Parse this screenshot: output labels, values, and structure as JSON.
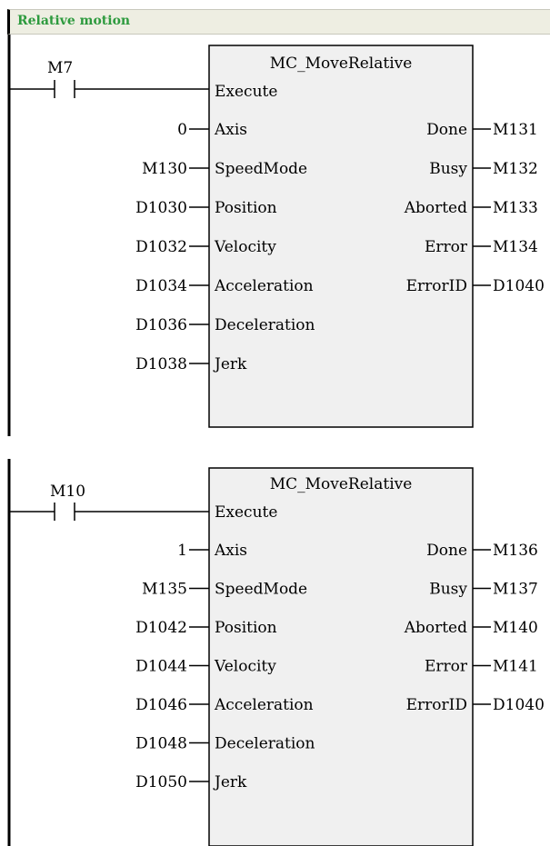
{
  "header": {
    "label": "Relative motion"
  },
  "blocks": [
    {
      "title": "MC_MoveRelative",
      "contact": "M7",
      "execute_label": "Execute",
      "inputs": [
        {
          "var": "0",
          "pin": "Axis"
        },
        {
          "var": "M130",
          "pin": "SpeedMode"
        },
        {
          "var": "D1030",
          "pin": "Position"
        },
        {
          "var": "D1032",
          "pin": "Velocity"
        },
        {
          "var": "D1034",
          "pin": "Acceleration"
        },
        {
          "var": "D1036",
          "pin": "Deceleration"
        },
        {
          "var": "D1038",
          "pin": "Jerk"
        }
      ],
      "outputs": [
        {
          "pin": "Done",
          "var": "M131"
        },
        {
          "pin": "Busy",
          "var": "M132"
        },
        {
          "pin": "Aborted",
          "var": "M133"
        },
        {
          "pin": "Error",
          "var": "M134"
        },
        {
          "pin": "ErrorID",
          "var": "D1040"
        }
      ]
    },
    {
      "title": "MC_MoveRelative",
      "contact": "M10",
      "execute_label": "Execute",
      "inputs": [
        {
          "var": "1",
          "pin": "Axis"
        },
        {
          "var": "M135",
          "pin": "SpeedMode"
        },
        {
          "var": "D1042",
          "pin": "Position"
        },
        {
          "var": "D1044",
          "pin": "Velocity"
        },
        {
          "var": "D1046",
          "pin": "Acceleration"
        },
        {
          "var": "D1048",
          "pin": "Deceleration"
        },
        {
          "var": "D1050",
          "pin": "Jerk"
        }
      ],
      "outputs": [
        {
          "pin": "Done",
          "var": "M136"
        },
        {
          "pin": "Busy",
          "var": "M137"
        },
        {
          "pin": "Aborted",
          "var": "M140"
        },
        {
          "pin": "Error",
          "var": "M141"
        },
        {
          "pin": "ErrorID",
          "var": "D1040"
        }
      ]
    }
  ]
}
